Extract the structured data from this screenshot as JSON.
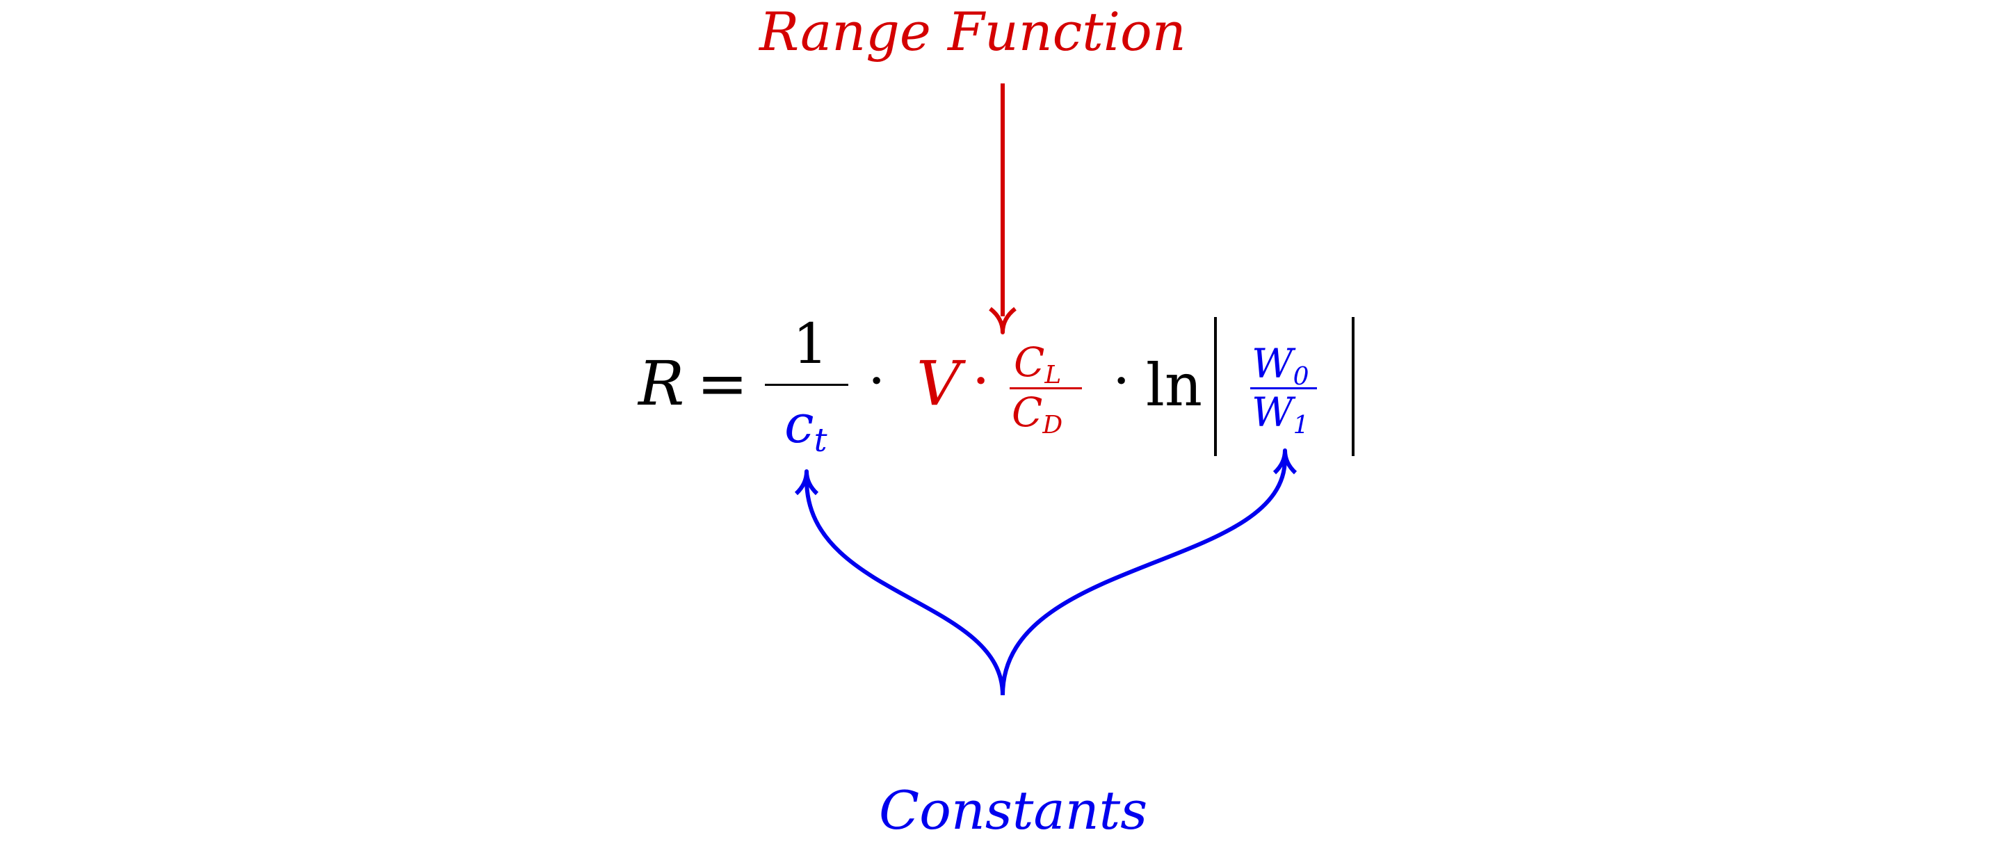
{
  "labels": {
    "top": "Range Function",
    "bottom": "Constants"
  },
  "colors": {
    "highlight": "#d40000",
    "constants": "#0000ee",
    "text": "#000000"
  },
  "equation": {
    "lhs": "R",
    "equals": "=",
    "frac1": {
      "numerator": "1",
      "denominator_base": "c",
      "denominator_sub": "t"
    },
    "dot1": "·",
    "velocity": "V",
    "dot2": "·",
    "frac2": {
      "numerator_base": "C",
      "numerator_sub": "L",
      "denominator_base": "C",
      "denominator_sub": "D"
    },
    "dot3": "·",
    "log": "ln",
    "frac3": {
      "numerator_base": "W",
      "numerator_sub": "0",
      "denominator_base": "W",
      "denominator_sub": "1"
    }
  }
}
